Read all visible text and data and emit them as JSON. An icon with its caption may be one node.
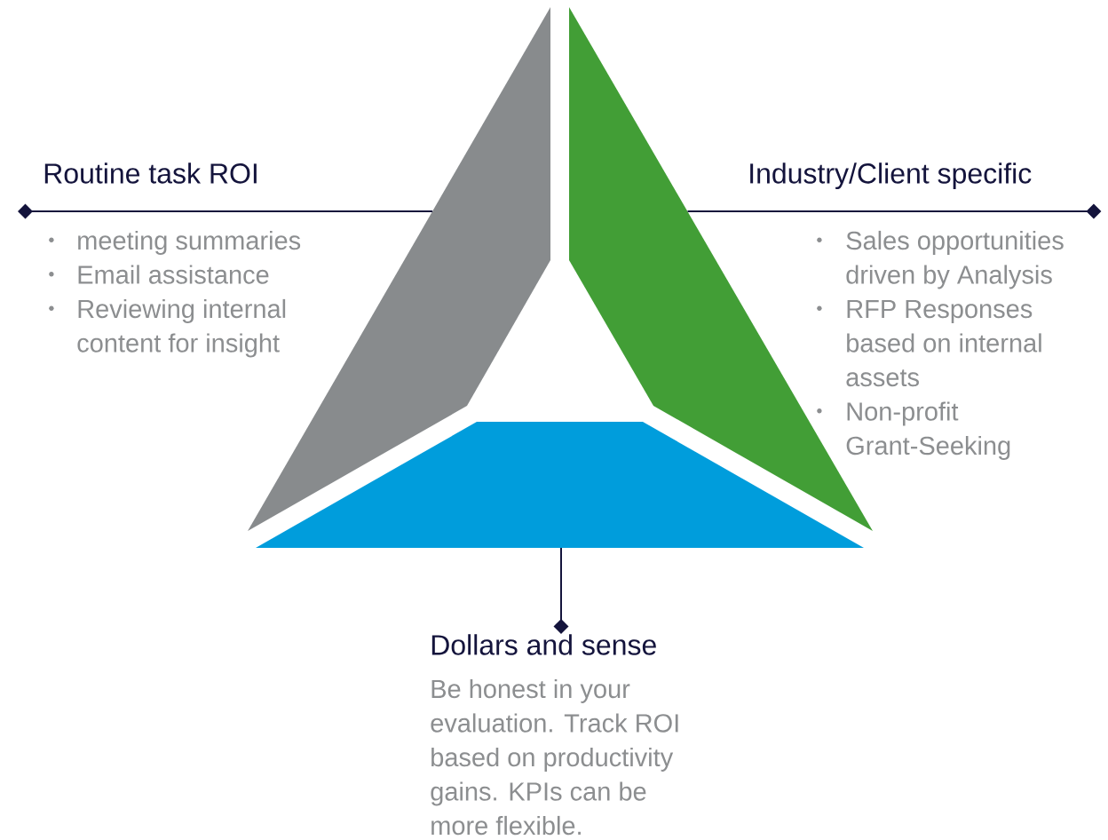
{
  "diagram": {
    "nodes": [
      {
        "text": [],
        "shape": "band"
      },
      {
        "text": [],
        "shape": "band"
      },
      {
        "text": [
          "Routine task ROI",
          "meeting summaries",
          "Email assistance",
          "Reviewing internal content for insight"
        ]
      },
      {
        "text": [
          "Industry/Client specific",
          "Sales opportunities driven by Analysis",
          "RFP Responses based on internal assets",
          "Non-profit Grant-Seeking"
        ]
      },
      {
        "text": [],
        "shape": "band"
      },
      {
        "text": [
          "Dollars and sense",
          "Be honest in your evaluation. Track ROI based on productivity gains. KPIs can be more flexible."
        ]
      }
    ],
    "edges": [
      {
        "from": 2,
        "to": 0,
        "arrow": "other"
      },
      {
        "from": 3,
        "to": 1,
        "arrow": "other"
      },
      {
        "from": 5,
        "to": 4,
        "arrow": "other"
      }
    ]
  }
}
